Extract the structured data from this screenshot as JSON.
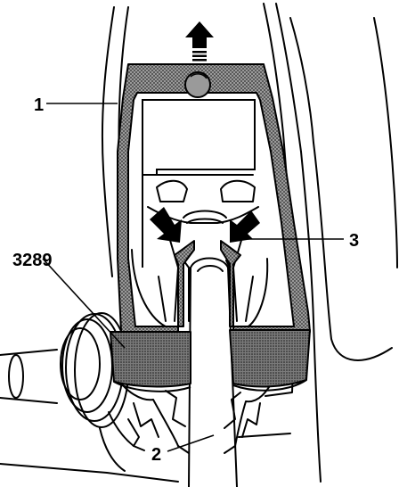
{
  "colors": {
    "ink": "#000000",
    "paper": "#ffffff",
    "tool_fill": "#8a8a8a",
    "stipple_dot": "#2a2a2a"
  },
  "icons": [
    "up-arrow-icon",
    "force-arrow-icon"
  ],
  "labels": {
    "callout_1": "1",
    "callout_2": "2",
    "callout_3": "3",
    "callout_3289": "3289"
  }
}
